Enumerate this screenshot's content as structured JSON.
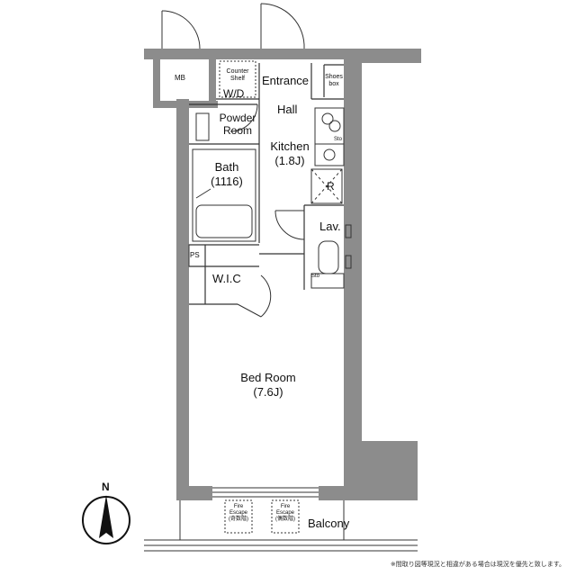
{
  "rooms": {
    "mb": "MB",
    "counter_shelf_line1": "Counter",
    "counter_shelf_line2": "Shelf",
    "wd": "W/D",
    "entrance": "Entrance",
    "shoes_box_line1": "Shoes",
    "shoes_box_line2": "box",
    "hall": "Hall",
    "powder_room_line1": "Powder",
    "powder_room_line2": "Room",
    "kitchen": "Kitchen",
    "kitchen_size": "(1.8J)",
    "sto_kitchen": "Sto",
    "refrigerator": "R",
    "bath": "Bath",
    "bath_size": "(1116)",
    "lav": "Lav.",
    "sto_lav": "Sto",
    "ps": "PS",
    "wic": "W.I.C",
    "bedroom": "Bed Room",
    "bedroom_size": "(7.6J)",
    "fire_escape_1_line1": "Fire",
    "fire_escape_1_line2": "Escape",
    "fire_escape_1_line3": "(奇数階)",
    "fire_escape_2_line1": "Fire",
    "fire_escape_2_line2": "Escape",
    "fire_escape_2_line3": "(偶数階)",
    "balcony": "Balcony"
  },
  "compass": {
    "label": "N"
  },
  "footer_note": "※間取り図等現況と相違がある場合は現況を優先と致します。",
  "colors": {
    "wall": "#8c8c8c",
    "line": "#333333",
    "background": "#ffffff"
  }
}
